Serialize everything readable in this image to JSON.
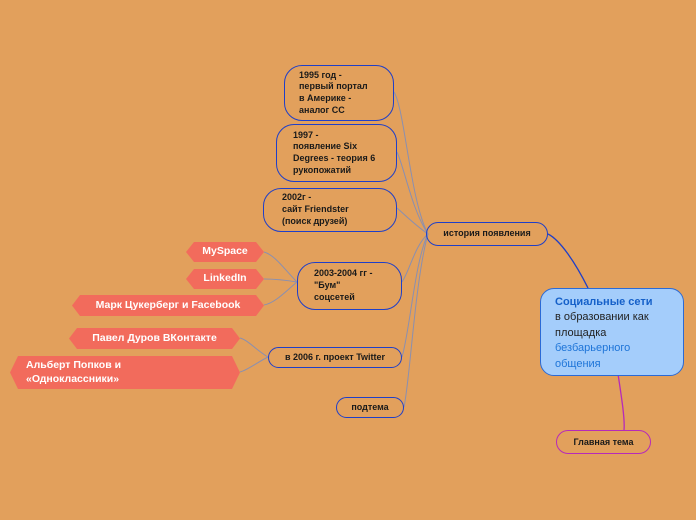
{
  "central": {
    "title": "Социальные сети",
    "line2": "в образовании как",
    "line3": "площадка",
    "line4": "безбарьерного",
    "line5": "общения"
  },
  "main_topic": "Главная тема",
  "history": "история появления",
  "nodes": {
    "n1995": "1995 год -\nпервый портал\nв Америке -\nаналог СС",
    "n1997": "1997 -\nпоявление Six\nDegrees - теория 6\nрукопожатий",
    "n2002": "2002г -\nсайт Friendster\n(поиск друзей)",
    "n2003": "2003-2004 гг -\n\"Бум\"\nсоцсетей",
    "n2006": "в 2006 г. проект Twitter",
    "subtopic": "подтема"
  },
  "red": {
    "myspace": "MySpace",
    "linkedin": "LinkedIn",
    "zuckerberg": "Марк Цукерберг и Facebook",
    "durov": "Павел Дуров ВКонтакте",
    "popkov": "Альберт Попков и\n«Одноклассники»"
  },
  "colors": {
    "background": "#e2a05c",
    "branch_blue": "#1f3fc8",
    "connector": "#8a8fb0",
    "red_node": "#f26b5c",
    "central_fill": "#a4cdfb",
    "main_topic_border": "#b62ab9"
  }
}
